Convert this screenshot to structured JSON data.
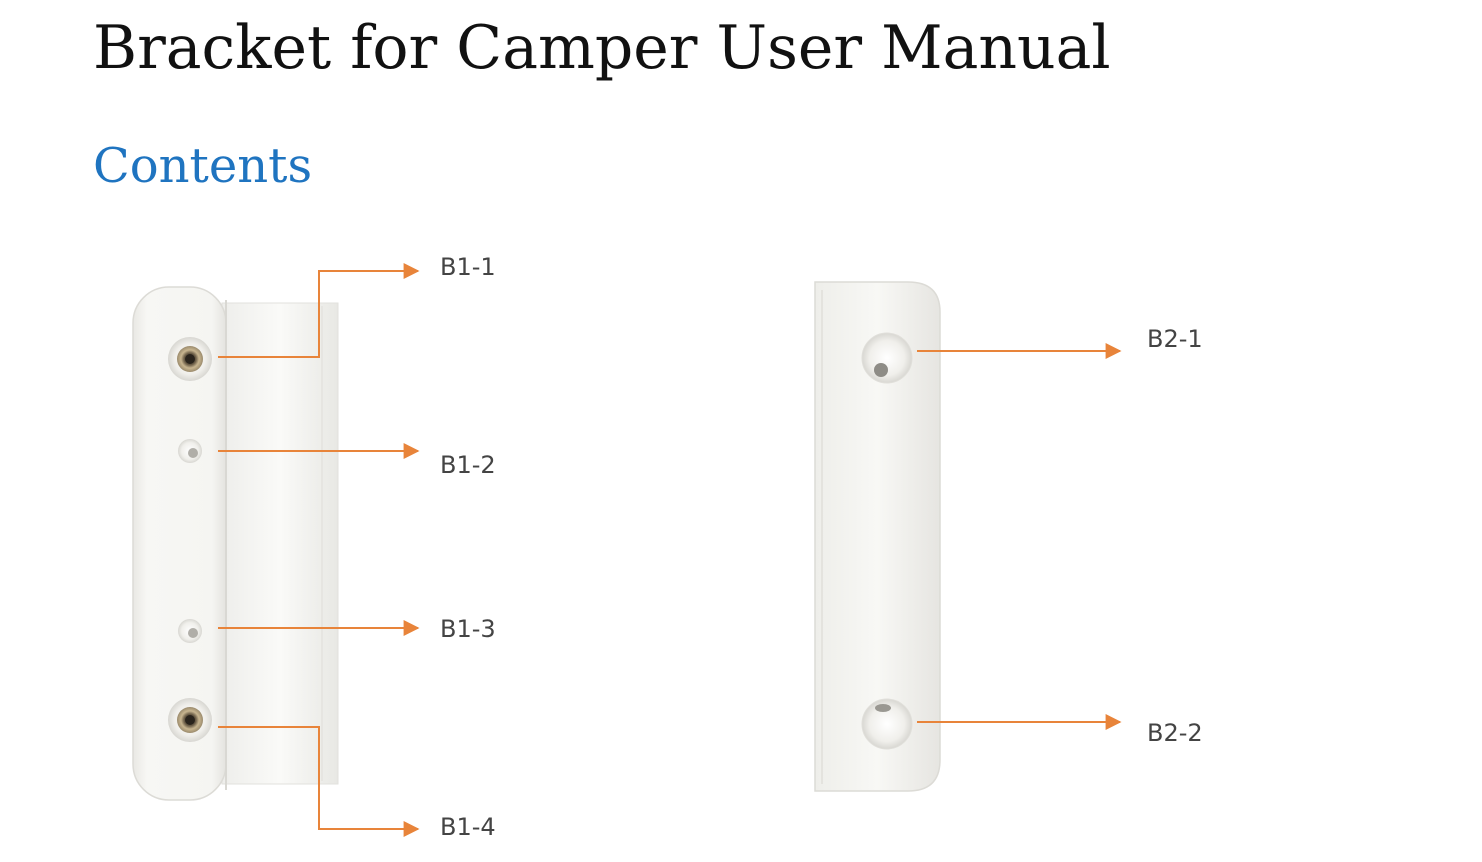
{
  "document": {
    "title": "Bracket for Camper User Manual",
    "section_heading": "Contents"
  },
  "bracket_b1": {
    "callouts": [
      "B1-1",
      "B1-2",
      "B1-3",
      "B1-4"
    ]
  },
  "bracket_b2": {
    "callouts": [
      "B2-1",
      "B2-2"
    ]
  },
  "colors": {
    "heading_text": "#111111",
    "section_heading": "#1f74c0",
    "leader_line": "#e8843a",
    "label_text": "#444444",
    "bracket_fill": "#f4f4f1"
  }
}
